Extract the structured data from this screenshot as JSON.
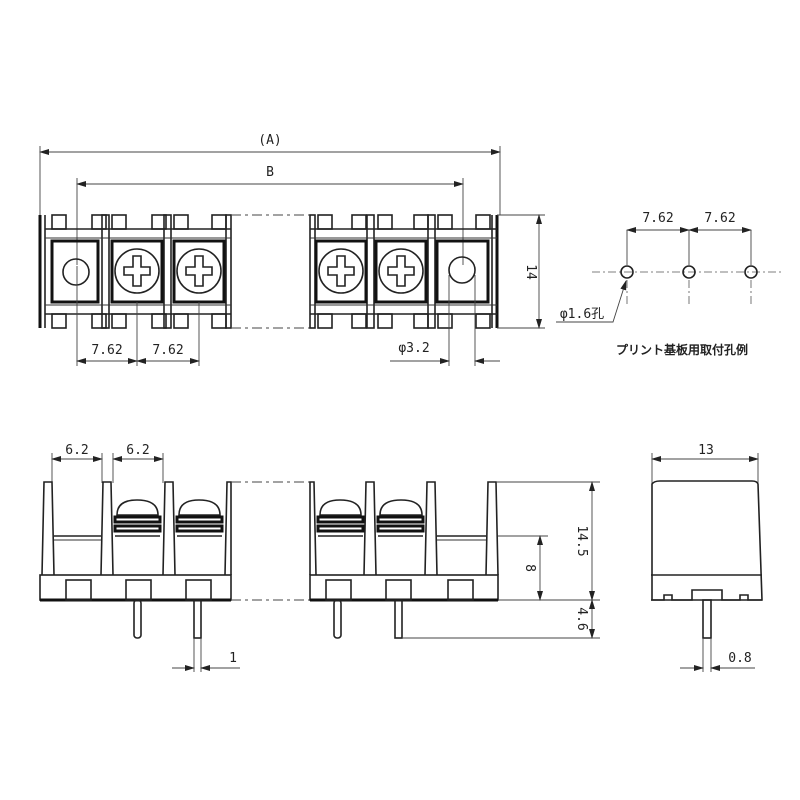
{
  "title": "Barrier terminal block dimensional drawing",
  "top_view": {
    "overall_length_label": "(A)",
    "mounting_pitch_label": "B",
    "height_label": "14",
    "pitch_labels": [
      "7.62",
      "7.62"
    ],
    "mounting_hole_label": "φ3.2",
    "screw_positions_shown": 4,
    "mounting_ends": 2
  },
  "pcb_layout": {
    "pitch_labels": [
      "7.62",
      "7.62"
    ],
    "hole_label": "φ1.6孔",
    "caption": "プリント基板用取付孔例",
    "hole_count": 3
  },
  "front_view": {
    "width_labels": [
      "6.2",
      "6.2"
    ],
    "total_height_label": "14.5",
    "terminal_height_label": "8",
    "pin_length_label": "4.6",
    "pin_width_label": "1"
  },
  "side_view": {
    "width_label": "13",
    "pin_thickness_label": "0.8"
  }
}
